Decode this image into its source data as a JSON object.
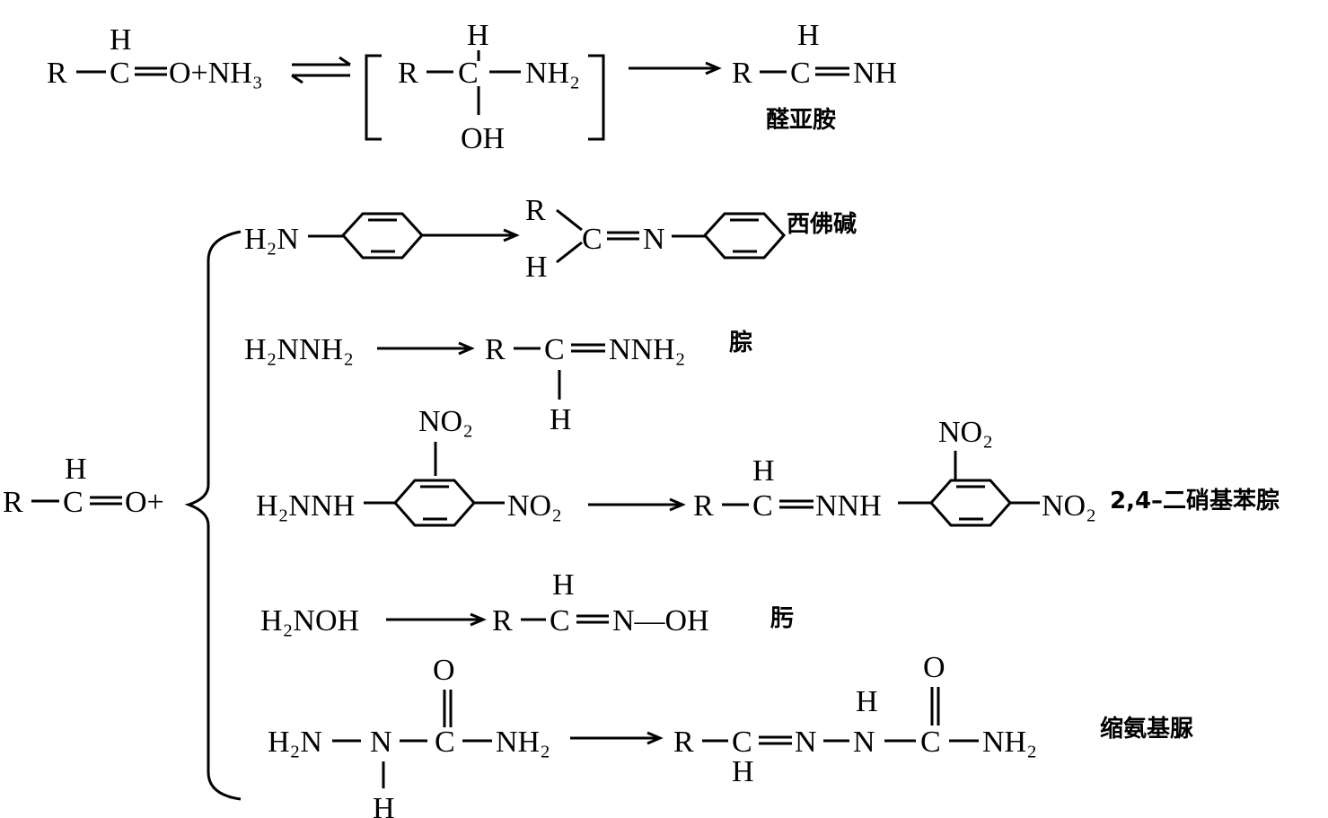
{
  "reaction1": {
    "reactant": {
      "r": "R",
      "c": "C",
      "h": "H",
      "rest": "O+NH₃"
    },
    "intermediate": {
      "r": "R",
      "c": "C",
      "h": "H",
      "nh2": "NH₂",
      "oh": "OH"
    },
    "product": {
      "r": "R",
      "c": "C",
      "h": "H",
      "nh": "NH",
      "name": "醛亚胺"
    }
  },
  "aldehyde": {
    "r": "R",
    "c": "C",
    "h": "H",
    "rest": "O+"
  },
  "schiff": {
    "reagent": "H₂N",
    "r": "R",
    "h": "H",
    "c": "C",
    "n": "N",
    "name": "西佛碱"
  },
  "hydrazone": {
    "reagent": "H₂NNH₂",
    "r": "R",
    "c": "C",
    "nnh2": "NNH₂",
    "h": "H",
    "name": "腙"
  },
  "dnp": {
    "reagent": "H₂NNH",
    "no2_top": "NO₂",
    "no2_right": "NO₂",
    "r": "R",
    "c": "C",
    "h": "H",
    "nnh": "NNH",
    "p_no2_top": "NO₂",
    "p_no2_right": "NO₂",
    "name": "2,4–二硝基苯腙"
  },
  "oxime": {
    "reagent": "H₂NOH",
    "r": "R",
    "c": "C",
    "h": "H",
    "n_oh": "N—OH",
    "name": "肟"
  },
  "semicarbazone": {
    "reagent": {
      "h2n": "H₂N",
      "n": "N",
      "h": "H",
      "c": "C",
      "o": "O",
      "nh2": "NH₂"
    },
    "product": {
      "r": "R",
      "c": "C",
      "h": "H",
      "n1": "N",
      "n2": "N",
      "nh": "H",
      "c2": "C",
      "o": "O",
      "nh2": "NH₂"
    },
    "name": "缩氨基脲"
  }
}
